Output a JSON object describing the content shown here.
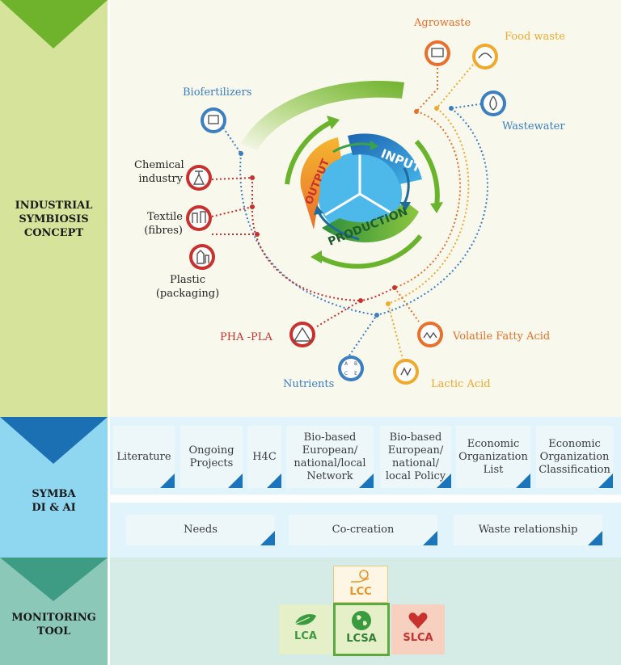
{
  "sections": {
    "industrial_symbiosis": "INDUSTRIAL\nSYMBIOSIS\nCONCEPT",
    "symba": "SYMBA\nDI & AI",
    "monitoring": "MONITORING\nTOOL"
  },
  "cycle": {
    "input": "INPUT",
    "output": "OUTPUT",
    "production": "PRODUCTION"
  },
  "nodes": {
    "agrowaste": "Agrowaste",
    "food_waste": "Food waste",
    "wastewater": "Wastewater",
    "biofertilizers": "Biofertilizers",
    "chemical_industry": "Chemical\nindustry",
    "textile": "Textile\n(fibres)",
    "plastic": "Plastic\n(packaging)",
    "pha_pla": "PHA -PLA",
    "volatile_fatty_acid": "Volatile Fatty Acid",
    "nutrients": "Nutrients",
    "lactic_acid": "Lactic Acid"
  },
  "symba_tiles": [
    "Literature",
    "Ongoing\nProjects",
    "H4C",
    "Bio-based\nEuropean/\nnational/local\nNetwork",
    "Bio-based\nEuropean/\nnational/\nlocal Policy",
    "Economic\nOrganization\nList",
    "Economic\nOrganization\nClassification"
  ],
  "symba_row2": [
    "Needs",
    "Co-creation",
    "Waste relationship"
  ],
  "monitoring": {
    "lcc": "LCC",
    "lca": "LCA",
    "lcsa": "LCSA",
    "slca": "SLCA"
  },
  "icon_text": {
    "nutrients_letters": [
      "A",
      "B",
      "C",
      "E"
    ]
  },
  "colors": {
    "is_band": "#d5e39b",
    "is_bg": "#f8f8ec",
    "symba_band": "#8fd6f0",
    "symba_bg": "#e1f3fb",
    "tile_corner": "#1b75bb",
    "mon_band": "#8bc8b7",
    "mon_bg": "#d5ebe5",
    "red": "#c8312d",
    "orange": "#e8702a",
    "yellow": "#f0a92d",
    "blue": "#3b7fc0",
    "green": "#6ab42d"
  }
}
